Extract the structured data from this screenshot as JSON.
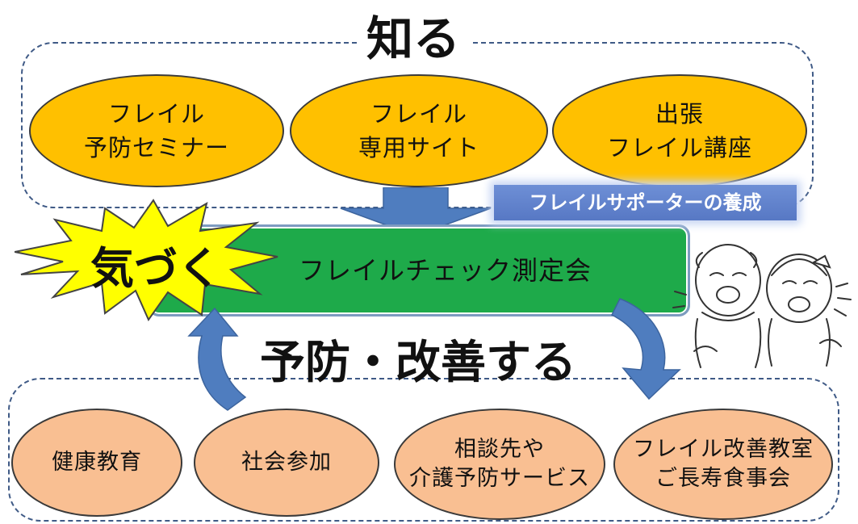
{
  "know": {
    "title": "知る",
    "items": [
      {
        "line1": "フレイル",
        "line2": "予防セミナー"
      },
      {
        "line1": "フレイル",
        "line2": "専用サイト"
      },
      {
        "line1": "出張",
        "line2": "フレイル講座"
      }
    ]
  },
  "supporter_label": "フレイルサポーターの養成",
  "notice": "気づく",
  "check_event": "フレイルチェック測定会",
  "prevent": {
    "title": "予防・改善する",
    "items": [
      {
        "line1": "健康教育",
        "line2": ""
      },
      {
        "line1": "社会参加",
        "line2": ""
      },
      {
        "line1": "相談先や",
        "line2": "介護予防サービス"
      },
      {
        "line1": "フレイル改善教室",
        "line2": "ご長寿食事会"
      }
    ]
  },
  "colors": {
    "top_ellipse": "#ffc000",
    "bottom_ellipse": "#f9bf92",
    "green_box": "#1eaa4a",
    "arrow": "#4f7dbf",
    "burst": "#ffff00",
    "supporter_bg": "#5778c4"
  },
  "illustration": "elderly-couple-laughing"
}
